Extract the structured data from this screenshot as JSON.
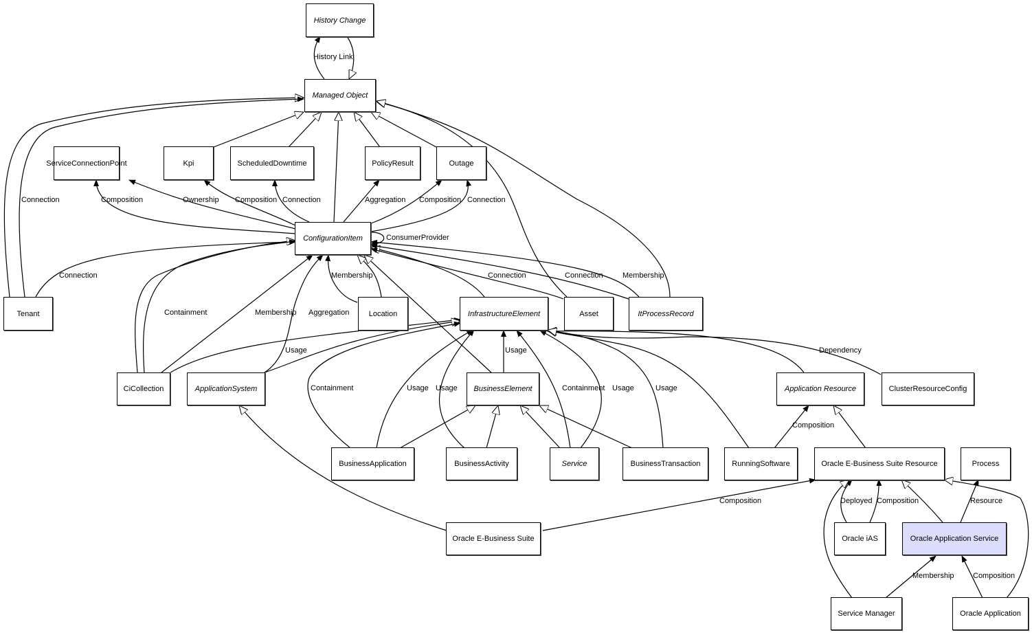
{
  "diagram": {
    "highlight_color": "#dcdcfc",
    "nodes": [
      {
        "id": "history_change",
        "label": "History Change",
        "abstract": true
      },
      {
        "id": "managed_object",
        "label": "Managed Object",
        "abstract": true
      },
      {
        "id": "service_connection_point",
        "label": "ServiceConnectionPoint",
        "abstract": false
      },
      {
        "id": "kpi",
        "label": "Kpi",
        "abstract": false
      },
      {
        "id": "scheduled_downtime",
        "label": "ScheduledDowntime",
        "abstract": false
      },
      {
        "id": "policy_result",
        "label": "PolicyResult",
        "abstract": false
      },
      {
        "id": "outage",
        "label": "Outage",
        "abstract": false
      },
      {
        "id": "configuration_item",
        "label": "ConfigurationItem",
        "abstract": true
      },
      {
        "id": "tenant",
        "label": "Tenant",
        "abstract": false
      },
      {
        "id": "location",
        "label": "Location",
        "abstract": false
      },
      {
        "id": "infrastructure_element",
        "label": "InfrastructureElement",
        "abstract": true
      },
      {
        "id": "asset",
        "label": "Asset",
        "abstract": false
      },
      {
        "id": "it_process_record",
        "label": "ItProcessRecord",
        "abstract": true
      },
      {
        "id": "ci_collection",
        "label": "CiCollection",
        "abstract": false
      },
      {
        "id": "application_system",
        "label": "ApplicationSystem",
        "abstract": true
      },
      {
        "id": "business_element",
        "label": "BusinessElement",
        "abstract": true
      },
      {
        "id": "application_resource",
        "label": "Application Resource",
        "abstract": true
      },
      {
        "id": "cluster_resource_config",
        "label": "ClusterResourceConfig",
        "abstract": false
      },
      {
        "id": "business_application",
        "label": "BusinessApplication",
        "abstract": false
      },
      {
        "id": "business_activity",
        "label": "BusinessActivity",
        "abstract": false
      },
      {
        "id": "service",
        "label": "Service",
        "abstract": true
      },
      {
        "id": "business_transaction",
        "label": "BusinessTransaction",
        "abstract": false
      },
      {
        "id": "running_software",
        "label": "RunningSoftware",
        "abstract": false
      },
      {
        "id": "oracle_ebs_resource",
        "label": "Oracle E-Business Suite Resource",
        "abstract": false
      },
      {
        "id": "process",
        "label": "Process",
        "abstract": false
      },
      {
        "id": "oracle_ebs",
        "label": "Oracle E-Business Suite",
        "abstract": false
      },
      {
        "id": "oracle_ias",
        "label": "Oracle iAS",
        "abstract": false
      },
      {
        "id": "oracle_application_service",
        "label": "Oracle Application Service",
        "abstract": false,
        "highlighted": true
      },
      {
        "id": "service_manager",
        "label": "Service Manager",
        "abstract": false
      },
      {
        "id": "oracle_application",
        "label": "Oracle Application",
        "abstract": false
      }
    ],
    "edge_labels": [
      "History Link",
      "Connection",
      "Composition",
      "Ownership",
      "Composition",
      "Connection",
      "Aggregation",
      "Composition",
      "Connection",
      "ConsumerProvider",
      "Connection",
      "Containment",
      "Membership",
      "Aggregation",
      "Membership",
      "Connection",
      "Connection",
      "Membership",
      "Usage",
      "Usage",
      "Dependency",
      "Containment",
      "Usage",
      "Usage",
      "Containment",
      "Usage",
      "Usage",
      "Composition",
      "Composition",
      "Deployed",
      "Composition",
      "Resource",
      "Membership",
      "Composition"
    ]
  }
}
